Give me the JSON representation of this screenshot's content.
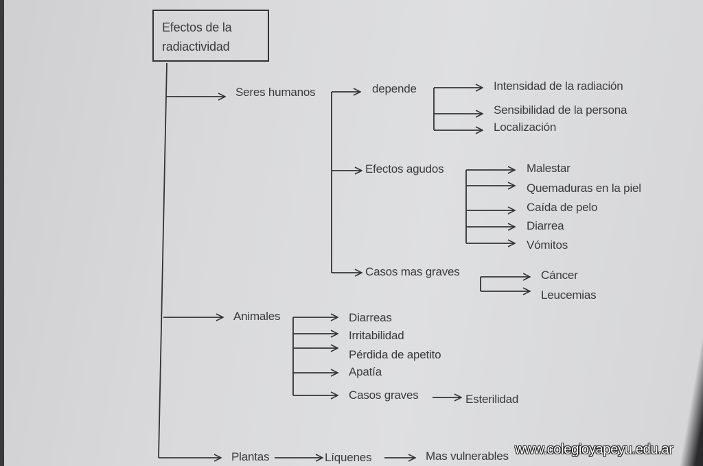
{
  "root": {
    "line1": "Efectos de la",
    "line2": "radiactividad"
  },
  "humans": {
    "label": "Seres humanos",
    "depende": {
      "label": "depende",
      "items": [
        "Intensidad de la radiación",
        "Sensibilidad de la persona",
        "Localización"
      ]
    },
    "agudos": {
      "label": "Efectos agudos",
      "items": [
        "Malestar",
        "Quemaduras en la piel",
        "Caída de pelo",
        "Diarrea",
        "Vómitos"
      ]
    },
    "graves": {
      "label": "Casos mas graves",
      "items": [
        "Cáncer",
        "Leucemias"
      ]
    }
  },
  "animals": {
    "label": "Animales",
    "items": [
      "Diarreas",
      "Irritabilidad",
      "Pérdida de apetito",
      "Apatía",
      "Casos graves"
    ],
    "graves_result": "Esterilidad"
  },
  "plants": {
    "label": "Plantas",
    "sub": "Líquenes",
    "result": "Mas vulnerables"
  },
  "watermark": "www.colegioyapeyu.edu.ar"
}
